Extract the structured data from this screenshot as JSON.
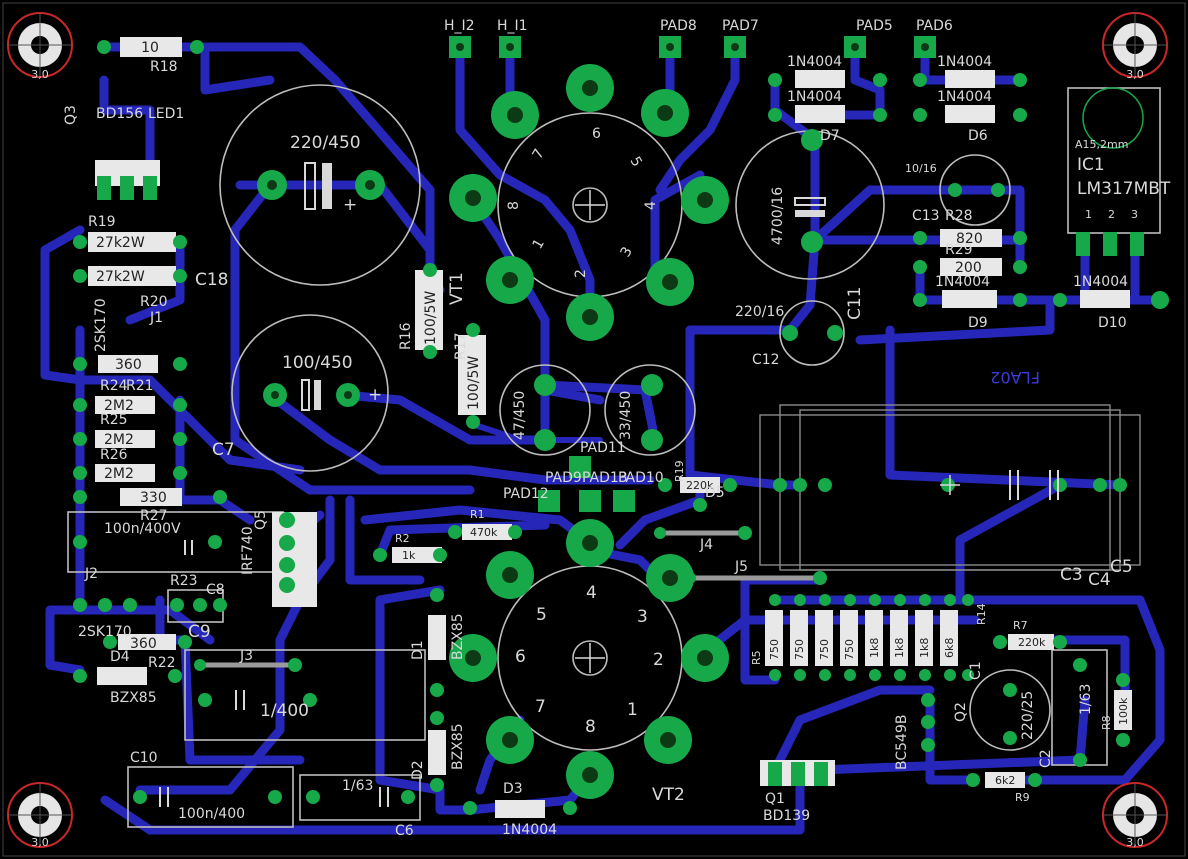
{
  "board": {
    "corner_labels": [
      "3,0",
      "3,0",
      "3,0",
      "3,0"
    ],
    "marking": "FLA02",
    "colors": {
      "background": "#000000",
      "trace": "#2626b8",
      "pad": "#17a84a",
      "silkscreen": "#d9d9d9",
      "corner_mark": "#c82828"
    }
  },
  "labels": {
    "h_i2": "H_I2",
    "h_i1": "H_I1",
    "pad8": "PAD8",
    "pad7": "PAD7",
    "pad5": "PAD5",
    "pad6": "PAD6",
    "r18": "R18",
    "r18_val": "10",
    "q3": "Q3",
    "q3_type": "BD156",
    "led1": "LED1",
    "r19": "R19",
    "r19_val": "27k2W",
    "r20_val": "27k2W",
    "r20": "R20",
    "j1": "J1",
    "bsk170_top": "2SK170",
    "r24": "R24",
    "r21": "R21",
    "r21_val": "360",
    "r25": "R25",
    "r26": "R26",
    "r25_val": "2M2",
    "r26_val": "2M2",
    "r27_val": "2M2",
    "r27": "R27",
    "r330": "330",
    "c18": "C18",
    "c18_val": "220/450",
    "c7": "C7",
    "c7_val": "100/450",
    "r16": "R16",
    "r16_val": "100/5W",
    "r17": "R17",
    "r17_val": "100/5W",
    "vt1": "VT1",
    "c_47": "47/450",
    "c_33": "33/450",
    "pad11": "PAD11",
    "pad9": "PAD9",
    "pad10": "PAD10",
    "pad12": "PAD12",
    "pad13": "PAD13",
    "r19b": "R19",
    "r_220k_a": "220k",
    "d5": "D5",
    "r1": "R1",
    "r1_val": "470k",
    "r2": "R2",
    "r2_val": "1k",
    "q5": "Q5",
    "q5_type": "IRF740",
    "c_100n_top": "100n/400V",
    "j2": "J2",
    "bsk170_bot": "2SK170",
    "r23": "R23",
    "c8": "C8",
    "c9": "C9",
    "r22": "R22",
    "r22_val": "360",
    "d4": "D4",
    "d4_type": "BZX85",
    "j3": "J3",
    "c_1_400": "1/400",
    "d1": "D1",
    "d1_type": "BZX85",
    "d2": "D2",
    "d2_type": "BZX85",
    "c10": "C10",
    "c10_val": "100n/400",
    "c6": "C6",
    "c6_val": "1/63",
    "d3": "D3",
    "d3_type": "1N4004",
    "vt2": "VT2",
    "j4": "J4",
    "j5": "J5",
    "c3": "C3",
    "c4": "C4",
    "c5": "C5",
    "d7": "D7",
    "d6": "D6",
    "n4004_1": "1N4004",
    "n4004_2": "1N4004",
    "n4004_3": "1N4004",
    "n4004_4": "1N4004",
    "c_4700": "4700/16",
    "c_10_16": "10/16",
    "c13": "C13",
    "r28": "R28",
    "r29": "R29",
    "r28_val": "820",
    "r29_val": "200",
    "n4004_d9": "1N4004",
    "d9": "D9",
    "c11": "C11",
    "c12": "C12",
    "c12_val": "220/16",
    "n4004_d10": "1N4004",
    "d10": "D10",
    "ic1": "IC1",
    "ic1_type": "LM317MBT",
    "a15": "A15,2mm",
    "r5": "R5",
    "r14": "R14",
    "res_vals": [
      "750",
      "750",
      "750",
      "750",
      "1k8",
      "1k8",
      "1k8",
      "6k8"
    ],
    "r7": "R7",
    "r7_val": "220k",
    "c1": "C1",
    "q2": "Q2",
    "q2_type": "BC549B",
    "c_220_25": "220/25",
    "c_1_63": "1/63",
    "r8": "R8",
    "r8_val": "100k",
    "c2": "C2",
    "r9": "R9",
    "r9_val": "6k2",
    "q1": "Q1",
    "q1_type": "BD139",
    "tube_top_pins": [
      "1",
      "2",
      "3",
      "4",
      "5",
      "6",
      "7",
      "8"
    ],
    "tube_bot_pins": [
      "1",
      "2",
      "3",
      "4",
      "5",
      "6",
      "7",
      "8"
    ]
  }
}
